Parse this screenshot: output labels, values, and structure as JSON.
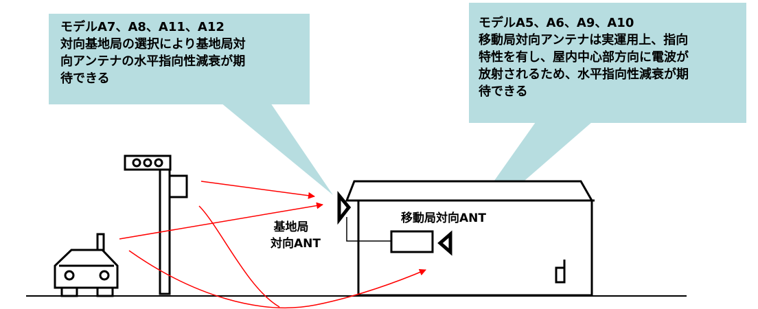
{
  "callout_left": {
    "lines": [
      "モデルA7、A8、A11、A12",
      "対向基地局の選択により基地局対",
      "向アンテナの水平指向性減衰が期",
      "待できる"
    ]
  },
  "callout_right": {
    "lines": [
      "モデルA5、A6、A9、A10",
      "移動局対向アンテナは実運用上、指向",
      "特性を有し、屋内中心部方向に電波が",
      "放射されるため、水平指向性減衰が期",
      "待できる"
    ]
  },
  "labels": {
    "base_station_ant": [
      "基地局",
      "対向ANT"
    ],
    "mobile_station_ant": "移動局対向ANT"
  },
  "colors": {
    "callout_fill": "#b7dde0",
    "arrow": "#ff0000",
    "outline": "#000000"
  }
}
